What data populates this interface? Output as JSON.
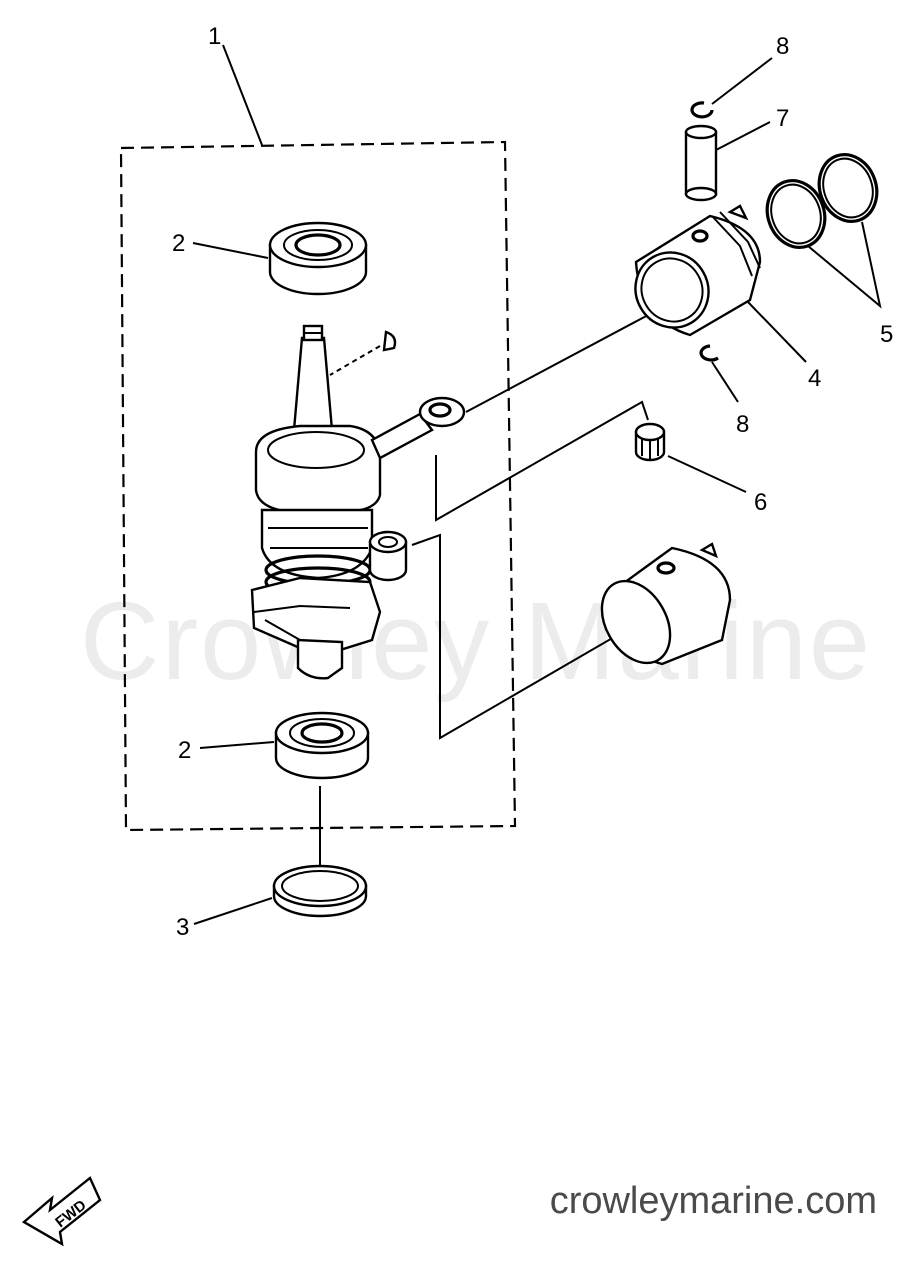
{
  "watermark": "Crowley Marine",
  "footer": {
    "url": "crowleymarine.com"
  },
  "fwd_label": "FWD",
  "callouts": [
    {
      "id": "assembly",
      "text": "1"
    },
    {
      "id": "bearing-upper",
      "text": "2"
    },
    {
      "id": "bearing-lower",
      "text": "2"
    },
    {
      "id": "oil-seal",
      "text": "3"
    },
    {
      "id": "piston",
      "text": "4"
    },
    {
      "id": "piston-ring",
      "text": "5"
    },
    {
      "id": "needle-bearing",
      "text": "6"
    },
    {
      "id": "piston-pin",
      "text": "7"
    },
    {
      "id": "clip-upper",
      "text": "8"
    },
    {
      "id": "clip-lower",
      "text": "8"
    }
  ]
}
